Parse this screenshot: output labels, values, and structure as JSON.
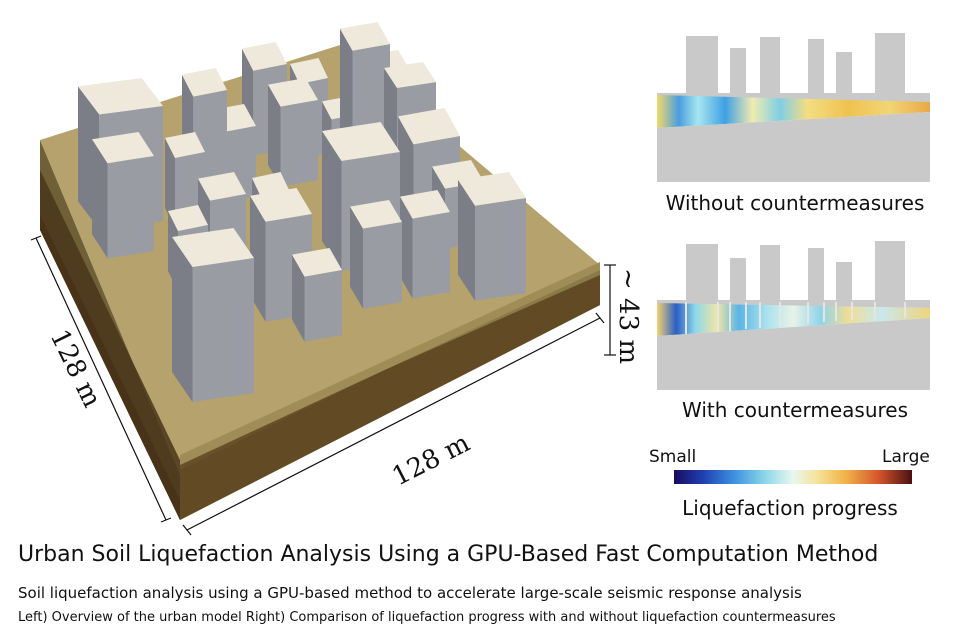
{
  "model": {
    "width_label": "128 m",
    "depth_label": "128 m",
    "height_label": "~ 43 m"
  },
  "comparison": {
    "without_label": "Without countermeasures",
    "with_label": "With countermeasures"
  },
  "legend": {
    "small_label": "Small",
    "large_label": "Large",
    "title": "Liquefaction progress",
    "colors": [
      "#1a0a5e",
      "#1f3fb0",
      "#3d8fe0",
      "#8ad6e8",
      "#e9f7f0",
      "#f5e39a",
      "#f2b34a",
      "#d4562a",
      "#4a1010"
    ]
  },
  "text": {
    "title": "Urban Soil Liquefaction Analysis Using a GPU-Based Fast Computation Method",
    "subtitle": "Soil liquefaction analysis using a GPU-based method to accelerate large-scale seismic response analysis",
    "caption": "Left) Overview of the urban model   Right) Comparison of liquefaction progress with and without liquefaction countermeasures"
  },
  "colors": {
    "ground_top": "#b8a46e",
    "ground_left": "#8f7f4f",
    "ground_front": "#7a6a3f",
    "soil_dark": "#3b2a14",
    "building_top": "#efe9dc",
    "building_side": "#7b7e86",
    "building_front": "#9a9ca3",
    "panel_gray": "#c8c8c8"
  }
}
